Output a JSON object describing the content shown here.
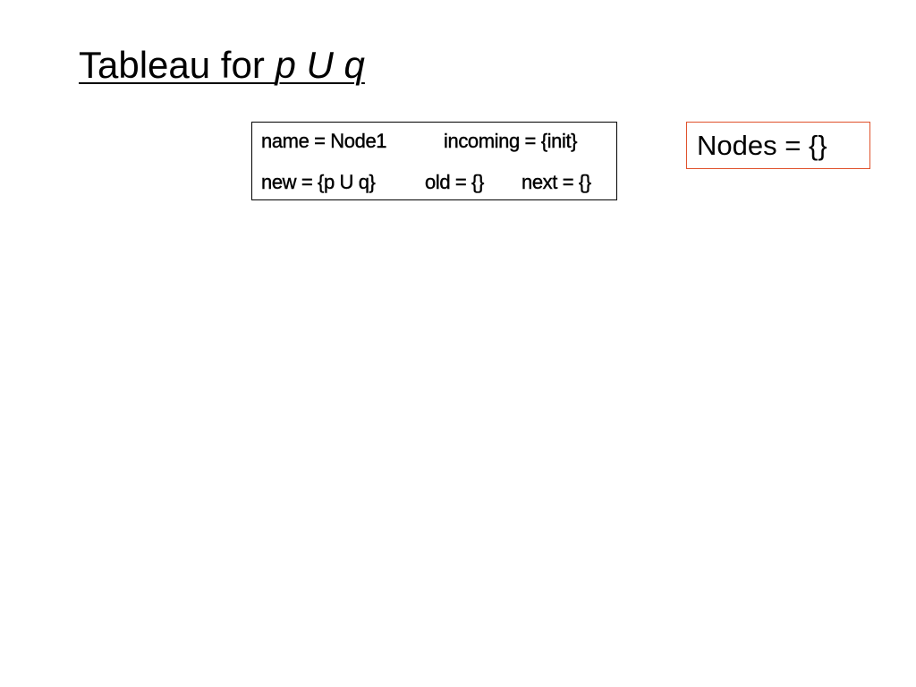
{
  "title": {
    "prefix": "Tableau for ",
    "formula": "p U q"
  },
  "node": {
    "name": "name = Node1",
    "incoming": "incoming = {init}",
    "new": "new = {p U q}",
    "old": "old = {}",
    "next": "next = {}"
  },
  "nodes_set": {
    "label": "Nodes = {}"
  },
  "colors": {
    "node_border": "#000000",
    "nodes_border": "#e0522c",
    "text": "#000000",
    "background": "#ffffff"
  }
}
